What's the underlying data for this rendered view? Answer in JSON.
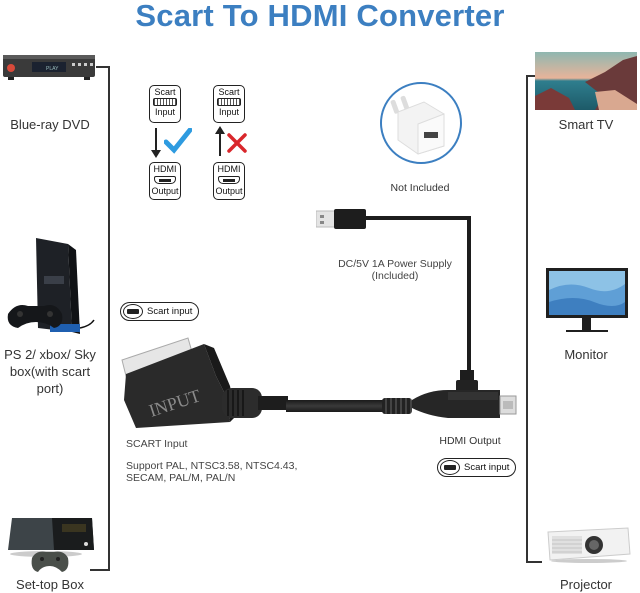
{
  "title": "Scart To HDMI Converter",
  "sources": [
    {
      "label": "Blue-ray DVD",
      "icon": "dvd-player-icon"
    },
    {
      "label": "PS 2/ xbox/ Sky box(with scart port)",
      "lines": [
        "PS 2/ xbox/ Sky",
        "box(with scart",
        "port)"
      ],
      "icon": "game-console-icon"
    },
    {
      "label": "Set-top Box",
      "icon": "xbox-console-icon"
    }
  ],
  "displays": [
    {
      "label": "Smart TV",
      "icon": "smart-tv-icon"
    },
    {
      "label": "Monitor",
      "icon": "monitor-icon"
    },
    {
      "label": "Projector",
      "icon": "projector-icon"
    }
  ],
  "direction_legend": {
    "valid": {
      "top_label": [
        "Scart",
        "Input"
      ],
      "bottom_label": [
        "HDMI",
        "Output"
      ],
      "arrow": "down",
      "mark": "check",
      "mark_color": "#2e9be0"
    },
    "invalid": {
      "top_label": [
        "Scart",
        "Input"
      ],
      "bottom_label": [
        "HDMI",
        "Output"
      ],
      "arrow": "up",
      "mark": "cross",
      "mark_color": "#d9262b"
    }
  },
  "adapter": {
    "label": "Not Included",
    "icon": "usb-wall-charger-icon"
  },
  "power": {
    "line1": "DC/5V 1A Power Supply",
    "line2": "(Included)"
  },
  "scart_connector": {
    "plug_text": "INPUT",
    "pill_label": "Scart input",
    "caption": "SCART Input",
    "support_line1": "Support PAL, NTSC3.58, NTSC4.43,",
    "support_line2": "SECAM, PAL/M, PAL/N"
  },
  "hdmi_connector": {
    "caption": "HDMI Output",
    "pill_label": "Scart input"
  },
  "colors": {
    "title": "#3c7fc1",
    "check": "#2e9be0",
    "cross": "#d9262b",
    "cable": "#1d1d1d"
  }
}
